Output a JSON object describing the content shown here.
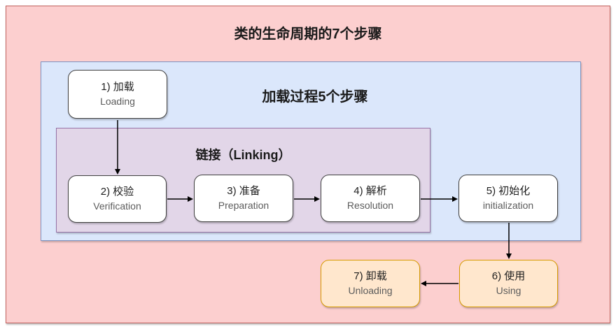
{
  "diagram": {
    "title": "类的生命周期的7个步骤",
    "loading_group": {
      "title": "加载过程5个步骤"
    },
    "linking_group": {
      "title": "链接（Linking）"
    },
    "nodes": [
      {
        "id": "loading",
        "cn": "1) 加载",
        "en": "Loading"
      },
      {
        "id": "verification",
        "cn": "2) 校验",
        "en": "Verification"
      },
      {
        "id": "preparation",
        "cn": "3) 准备",
        "en": "Preparation"
      },
      {
        "id": "resolution",
        "cn": "4) 解析",
        "en": "Resolution"
      },
      {
        "id": "initialization",
        "cn": "5) 初始化",
        "en": "initialization"
      },
      {
        "id": "using",
        "cn": "6) 使用",
        "en": "Using"
      },
      {
        "id": "unloading",
        "cn": "7) 卸载",
        "en": "Unloading"
      }
    ],
    "edges": [
      {
        "from": "loading",
        "to": "verification"
      },
      {
        "from": "verification",
        "to": "preparation"
      },
      {
        "from": "preparation",
        "to": "resolution"
      },
      {
        "from": "resolution",
        "to": "initialization"
      },
      {
        "from": "initialization",
        "to": "using"
      },
      {
        "from": "using",
        "to": "unloading"
      }
    ],
    "colors": {
      "outer_fill": "#fccfcf",
      "outer_stroke": "#c0605c",
      "loading_group_fill": "#dbe7fb",
      "loading_group_stroke": "#7d94c2",
      "linking_group_fill": "#e2d6e8",
      "linking_group_stroke": "#9673a6",
      "node_fill": "#ffffff",
      "node_stroke": "#3f3f3f",
      "orange_node_fill": "#ffe7cd",
      "orange_node_stroke": "#d79b00",
      "arrow": "#000000"
    }
  }
}
